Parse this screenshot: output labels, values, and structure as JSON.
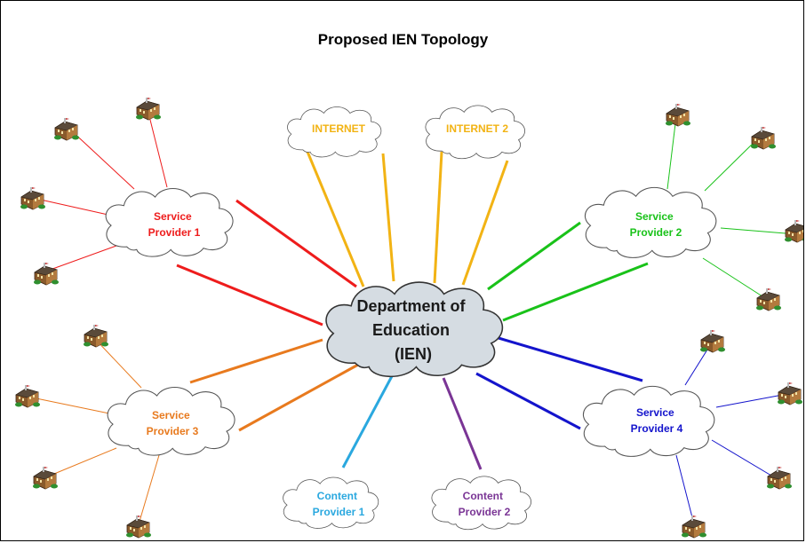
{
  "title": "Proposed IEN Topology",
  "colors": {
    "sp1": "#ee1c1c",
    "sp2": "#19c219",
    "sp3": "#e87a1e",
    "sp4": "#1414cc",
    "internet": "#f2b314",
    "content1": "#2aa8df",
    "content2": "#7a3595",
    "center_text": "#1a1a1a"
  },
  "nodes": {
    "center": {
      "lines": [
        "Department of",
        "Education",
        "(IEN)"
      ]
    },
    "internet1": {
      "lines": [
        "INTERNET"
      ]
    },
    "internet2": {
      "lines": [
        "INTERNET 2"
      ]
    },
    "sp1": {
      "lines": [
        "Service",
        "Provider 1"
      ]
    },
    "sp2": {
      "lines": [
        "Service",
        "Provider 2"
      ]
    },
    "sp3": {
      "lines": [
        "Service",
        "Provider 3"
      ]
    },
    "sp4": {
      "lines": [
        "Service",
        "Provider 4"
      ]
    },
    "cp1": {
      "lines": [
        "Content",
        "Provider 1"
      ]
    },
    "cp2": {
      "lines": [
        "Content",
        "Provider 2"
      ]
    }
  },
  "school_icon": "school-building-icon"
}
